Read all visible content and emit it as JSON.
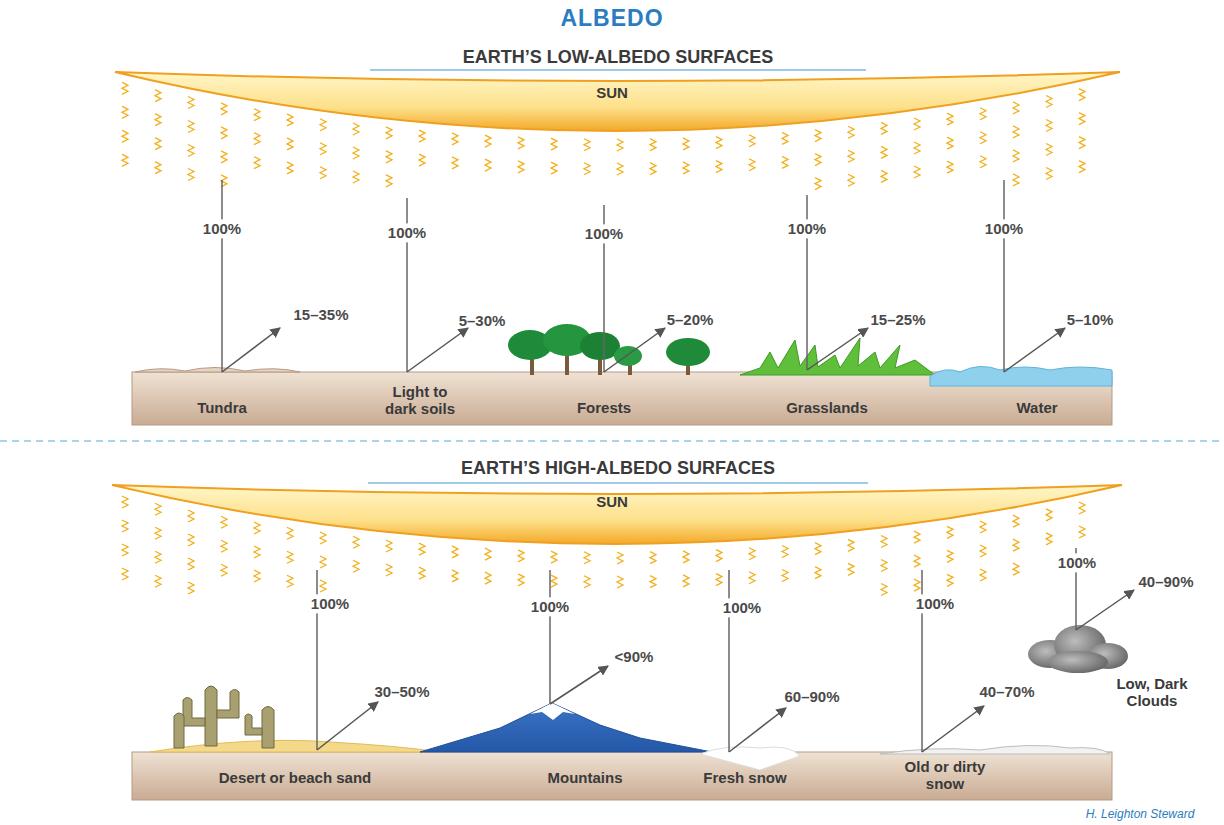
{
  "diagram": {
    "title": "ALBEDO",
    "labels": [
      "EARTH’S LOW-ALBEDO SURFACES",
      "SUN",
      "100%",
      "100%",
      "100%",
      "100%",
      "100%",
      "15–35%",
      "5–30%",
      "5–20%",
      "15–25%",
      "5–10%",
      "Tundra",
      "Light to dark soils",
      "Forests",
      "Grasslands",
      "Water",
      "EARTH’S HIGH-ALBEDO SURFACES",
      "SUN",
      "100%",
      "100%",
      "100%",
      "100%",
      "100%",
      "40–90%",
      "<90%",
      "30–50%",
      "60–90%",
      "40–70%",
      "Low, Dark Clouds",
      "Desert or beach sand",
      "Mountains",
      "Fresh snow",
      "Old or dirty snow",
      "H. Leighton Steward"
    ]
  }
}
